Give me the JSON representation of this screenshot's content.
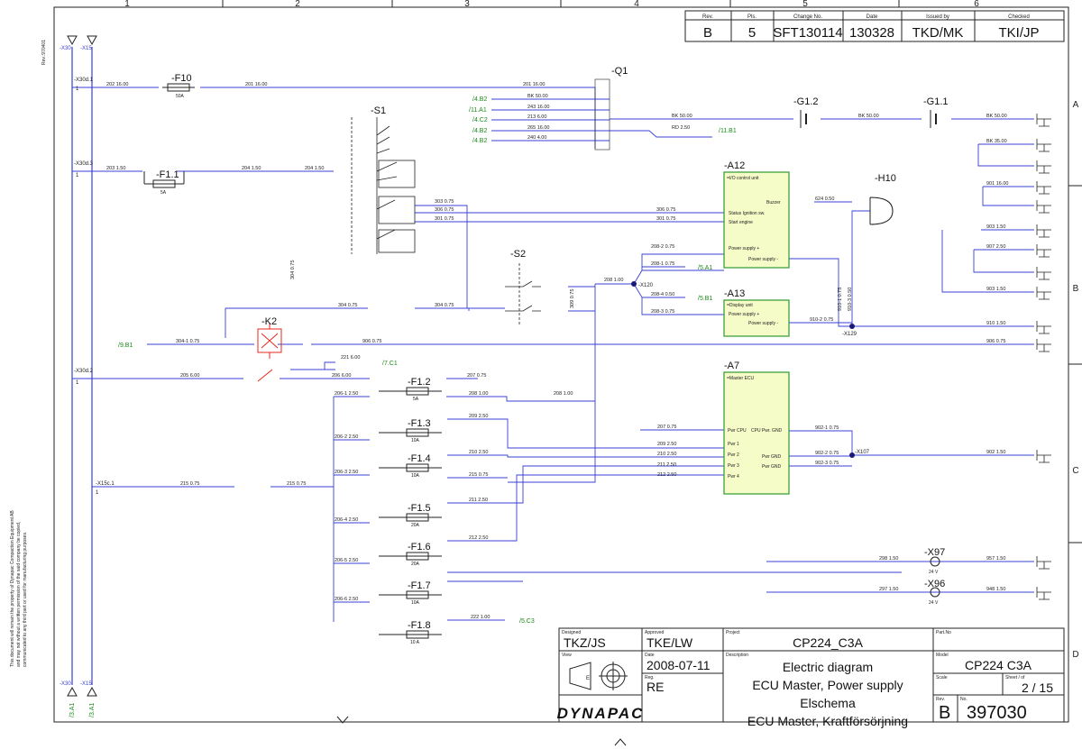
{
  "columns": [
    "1",
    "2",
    "3",
    "4",
    "5",
    "6"
  ],
  "rows": [
    "A",
    "B",
    "C",
    "D"
  ],
  "side_revision": "Rev.:970401",
  "side_note": [
    "This document will remain the property of Dynapac Compaction Equipment AB",
    "and may not without a written permission of the said company be copied,",
    "communicated to any third part or used for manufacturing purposes."
  ],
  "revision_table": {
    "headers": [
      "Rev.",
      "Pls.",
      "Change No.",
      "Date",
      "Issued by",
      "Checked"
    ],
    "values": [
      "B",
      "5",
      "SFT130114",
      "130328",
      "TKD/MK",
      "TKI/JP"
    ]
  },
  "rails": {
    "left_top": [
      "-X30",
      "-X15"
    ],
    "left_bottom": [
      "-X30",
      "-X15"
    ],
    "left_ref": [
      "/3.A1",
      "/3.A1"
    ]
  },
  "components": {
    "F10": "-F10",
    "F10_rating": "50A",
    "F11": "-F1.1",
    "F11_rating": "5A",
    "Q1": "-Q1",
    "S1": "-S1",
    "S2": "-S2",
    "K2": "-K2",
    "A12": "-A12",
    "A12_desc": "=I/O control unit",
    "A12_buzzer": "Buzzer",
    "A12_status": "Status Ignition sw.",
    "A12_start": "Start engine",
    "A12_psp": "Power supply +",
    "A12_psm": "Power supply -",
    "A13": "-A13",
    "A13_desc": "=Display unit",
    "A13_psp": "Power supply +",
    "A13_psm": "Power supply -",
    "A7": "-A7",
    "A7_desc": "=Master ECU",
    "A7_pwrcpu": "Pwr CPU",
    "A7_cpugnd": "CPU Pwr. GND",
    "A7_pwr1": "Pwr 1",
    "A7_pwr2": "Pwr 2",
    "A7_pwr3": "Pwr 3",
    "A7_pwr4": "Pwr 4",
    "A7_pwrgnd1": "Pwr GND",
    "A7_pwrgnd2": "Pwr GND",
    "H10": "-H10",
    "G12": "-G1.2",
    "G11": "-G1.1",
    "F12": "-F1.2",
    "F12_rating": "5A",
    "F13": "-F1.3",
    "F13_rating": "10A",
    "F14": "-F1.4",
    "F14_rating": "10A",
    "F15": "-F1.5",
    "F15_rating": "20A",
    "F16": "-F1.6",
    "F16_rating": "20A",
    "F17": "-F1.7",
    "F17_rating": "10A",
    "F18": "-F1.8",
    "F18_rating": "10 A",
    "X97": "-X97",
    "X96": "-X96",
    "X97_v": "24 V",
    "X96_v": "24 V"
  },
  "terminals": {
    "x30d1": "-X30d.1",
    "x30d3": "-X30d.3",
    "x30d2": "-X30d.2",
    "x15c1": "-X15c.1",
    "one": "1"
  },
  "wires": {
    "w202": "202  16.00",
    "w201a": "201  16.00",
    "w201b": "201  16.00",
    "w203": "203  1.50",
    "w204a": "204  1.50",
    "w204b": "204  1.50",
    "wbk1": "BK  50.00",
    "w243": "243  16.00",
    "w213": "213  6.00",
    "w265": "265  16.00",
    "w240": "240  4.00",
    "wbk2": "BK  50.00",
    "wrd": "RD  2.50",
    "wbk3": "BK  50.00",
    "wbk4": "BK  50.00",
    "wbk5": "BK  35.00",
    "w303": "303  0.75",
    "w306a": "306  0.75",
    "w301a": "301  0.75",
    "w306b": "306  0.75",
    "w301b": "301  0.75",
    "w624": "624  0.50",
    "w901": "901  16.00",
    "w903": "903  1.50",
    "w907": "907  2.50",
    "w903b": "903  1.50",
    "w910": "910  1.50",
    "w906a": "906  0.75",
    "w906b": "906  0.75",
    "w902": "902  1.50",
    "w957": "957  1.50",
    "w948": "948  1.50",
    "w298": "298  1.50",
    "w297": "297  1.50",
    "w208_1": "208  1.00",
    "w208_2": "208-2  0.75",
    "w208_1b": "208-1  0.75",
    "w208_4": "208-4  0.50",
    "w208_3": "208-3  0.75",
    "w304a": "304  0.75",
    "w304b": "304  0.75",
    "w304c": "304-1  0.75",
    "w304v": "304  0.75",
    "w221": "221  6.00",
    "w205": "205  6.00",
    "w206a": "206  6.00",
    "w207a": "207  0.75",
    "w208c": "208  1.00",
    "w208d": "208  1.00",
    "w206_1": "206-1  2.50",
    "w209": "209  2.50",
    "w206_2": "206-2  2.50",
    "w210": "210  2.50",
    "w206_3": "206-3  2.50",
    "w215a": "215  0.75",
    "w215b": "215  0.75",
    "w215c": "215  0.75",
    "w211": "211  2.50",
    "w206_4": "206-4  2.50",
    "w212": "212  2.50",
    "w206_5": "206-5  2.50",
    "w206_6": "206-6  2.50",
    "w222": "222  1.00",
    "w207b": "207  0.75",
    "w209b": "209  2.50",
    "w210b": "210  2.50",
    "w211b": "211  2.50",
    "w212b": "212  2.50",
    "w902_1": "902-1  0.75",
    "w902_2": "902-2  0.75",
    "w902_3": "902-3  0.75",
    "w910_2": "910-2  0.75",
    "w910_1v": "910-1  0.75",
    "w910_3v": "910-3  0.50",
    "w309": "309  0.75"
  },
  "refs": {
    "r4b2a": "/4.B2",
    "r11a1": "/11.A1",
    "r4c2": "/4.C2",
    "r4b2b": "/4.B2",
    "r4b2c": "/4.B2",
    "r11b1": "/11.B1",
    "r5a1": "/5.A1",
    "r5b1": "/5.B1",
    "r9b1": "/9.B1",
    "r7c1": "/7.C1",
    "r5c3": "/5.C3"
  },
  "nodes": {
    "x120": "-X120",
    "x129": "-X129",
    "x107": "-X107"
  },
  "title_block": {
    "designed_label": "Designed",
    "designed": "TKZ/JS",
    "approved_label": "Approved",
    "approved": "TKE/LW",
    "project_label": "Project",
    "project": "CP224_C3A",
    "partno_label": "Part.No",
    "view_label": "View",
    "date_label": "Date",
    "date": "2008-07-11",
    "reg_label": "Reg.",
    "reg": "RE",
    "desc_label": "Description",
    "desc_lines": [
      "Electric diagram",
      "ECU Master, Power supply",
      "Elschema",
      "ECU Master, Kraftförsörjning"
    ],
    "model_label": "Model",
    "model": "CP224 C3A",
    "scale_label": "Scale",
    "sheet_label": "Sheet / of",
    "sheet": "2 / 15",
    "rev_label": "Rev.",
    "rev": "B",
    "no_label": "No.",
    "no": "397030",
    "logo": "DYNAPAC"
  },
  "colors": {
    "wire": "#3a3fd6",
    "ref": "#1a8a1a",
    "relay": "#e8281e",
    "module_fill": "#f6fcc8",
    "module_stroke": "#2e9a2e"
  }
}
